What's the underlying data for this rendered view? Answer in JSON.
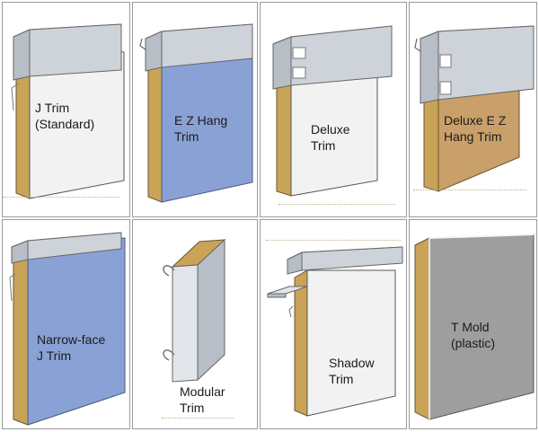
{
  "panels": [
    {
      "lines": [
        "J Trim",
        "(Standard)"
      ]
    },
    {
      "lines": [
        "E Z Hang",
        "Trim"
      ]
    },
    {
      "lines": [
        "Deluxe",
        "Trim"
      ]
    },
    {
      "lines": [
        "Deluxe E Z",
        "Hang Trim"
      ]
    },
    {
      "lines": [
        "Narrow-face",
        "J Trim"
      ]
    },
    {
      "lines": [
        "Modular",
        "Trim"
      ]
    },
    {
      "lines": [
        "Shadow",
        "Trim"
      ]
    },
    {
      "lines": [
        "T Mold",
        "(plastic)"
      ]
    }
  ],
  "colors": {
    "border": "#9a9a9a",
    "insulation": "#c9a457",
    "trim_metal": "#d8dde2",
    "panel_white": "#f2f2f2",
    "panel_blue": "#8aa1d6",
    "panel_tan": "#c9a06a",
    "panel_gray": "#9e9e9e"
  }
}
